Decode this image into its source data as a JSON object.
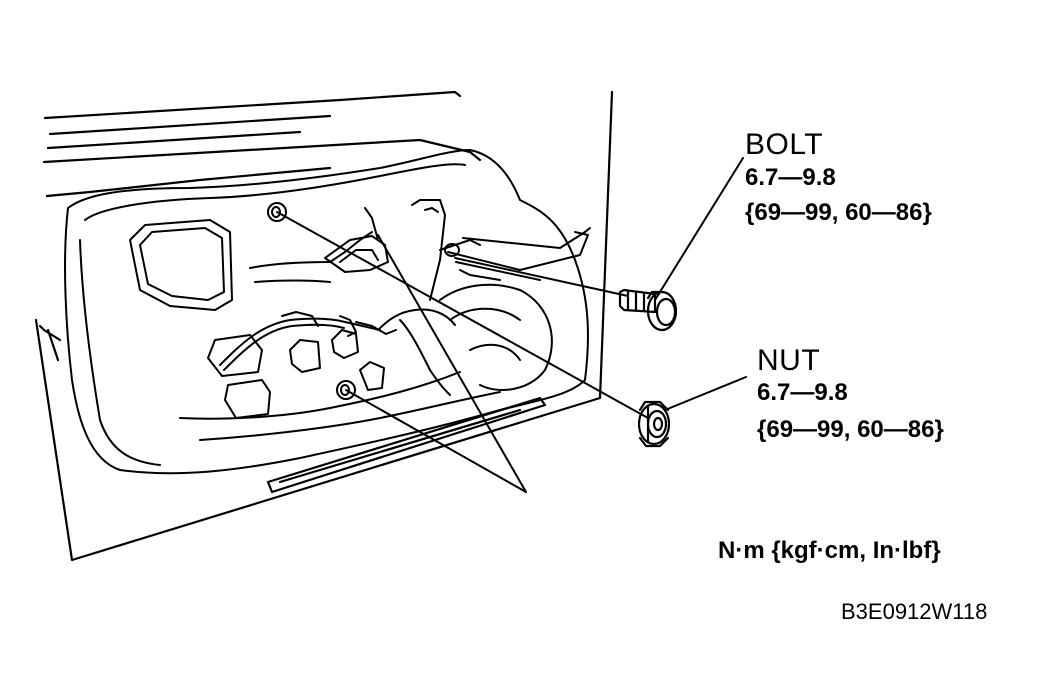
{
  "bolt": {
    "title": "BOLT",
    "torque_nm": "6.7—9.8",
    "torque_other": "{69—99, 60—86}"
  },
  "nut": {
    "title": "NUT",
    "torque_nm": "6.7—9.8",
    "torque_other": "{69—99, 60—86}"
  },
  "units": "N·m {kgf·cm, In·lbf}",
  "figure_code": "B3E0912W118",
  "colors": {
    "ink": "#000000",
    "paper": "#ffffff"
  }
}
